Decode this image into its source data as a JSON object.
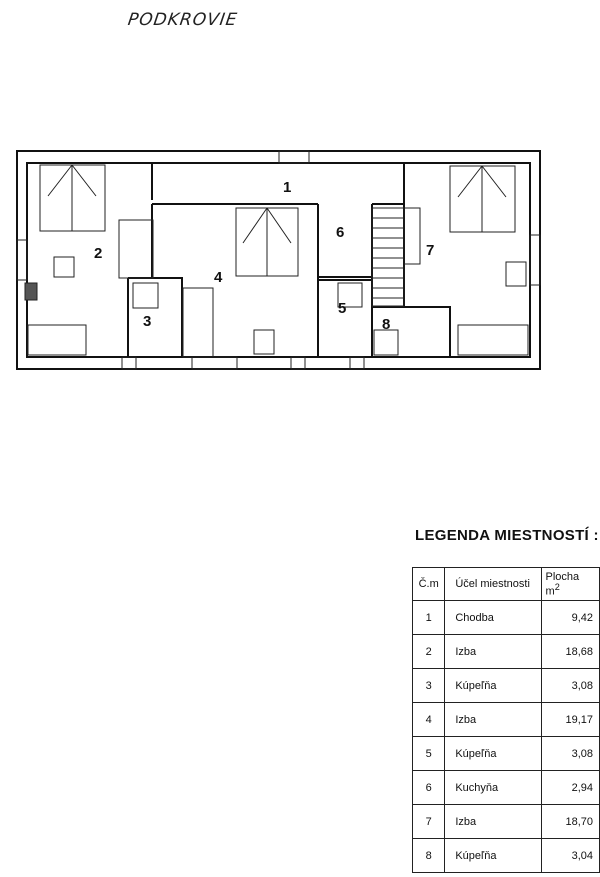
{
  "title": "PODKROVIE",
  "rooms": [
    "1",
    "2",
    "3",
    "4",
    "5",
    "6",
    "7",
    "8"
  ],
  "legend": {
    "title": "LEGENDA MIESTNOSTÍ :",
    "headers": {
      "number": "Č.m",
      "purpose": "Účel miestnosti",
      "area": "Plocha",
      "area_unit": "m",
      "area_sup": "2"
    },
    "rows": [
      {
        "number": "1",
        "purpose": "Chodba",
        "area": "9,42"
      },
      {
        "number": "2",
        "purpose": "Izba",
        "area": "18,68"
      },
      {
        "number": "3",
        "purpose": "Kúpeľňa",
        "area": "3,08"
      },
      {
        "number": "4",
        "purpose": "Izba",
        "area": "19,17"
      },
      {
        "number": "5",
        "purpose": "Kúpeľňa",
        "area": "3,08"
      },
      {
        "number": "6",
        "purpose": "Kuchyňa",
        "area": "2,94"
      },
      {
        "number": "7",
        "purpose": "Izba",
        "area": "18,70"
      },
      {
        "number": "8",
        "purpose": "Kúpeľňa",
        "area": "3,04"
      }
    ]
  }
}
